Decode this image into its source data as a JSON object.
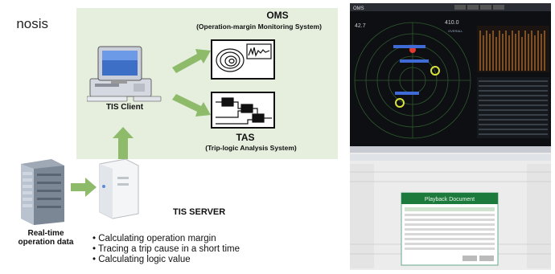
{
  "cropped_text": "nosis",
  "diagram": {
    "oms": {
      "title": "OMS",
      "subtitle": "(Operation-margin Monitoring System)"
    },
    "tas": {
      "title": "TAS",
      "subtitle": "(Trip-logic Analysis System)"
    },
    "tis_client": {
      "label": "TIS Client"
    },
    "tis_server": {
      "title": "TIS SERVER",
      "bullets": [
        "Calculating operation margin",
        "Tracing a trip cause in a short time",
        "Calculating logic value"
      ]
    },
    "realtime": {
      "line1": "Real-time",
      "line2": "operation data"
    }
  },
  "screenshot": {
    "top_app_label": "OMS",
    "value1": "42.7",
    "value2": "410.0",
    "overall_label": "OVERALL",
    "dialog_title": "Playback Document"
  },
  "colors": {
    "panel": "#e6efde",
    "arrow": "#8dbb6a"
  }
}
